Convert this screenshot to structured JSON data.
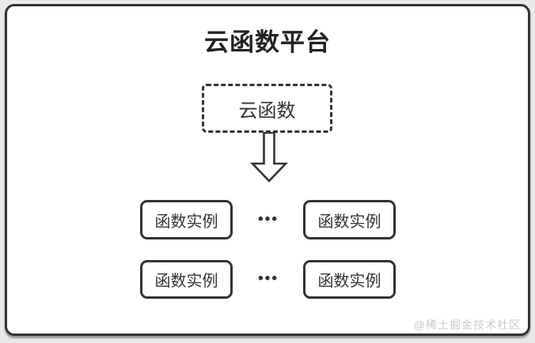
{
  "title": "云函数平台",
  "nodes": {
    "cloud_function": "云函数"
  },
  "rows": [
    {
      "left_label": "函数实例",
      "dots": "•••",
      "right_label": "函数实例"
    },
    {
      "left_label": "函数实例",
      "dots": "•••",
      "right_label": "函数实例"
    }
  ],
  "watermark": "@稀土掘金技术社区",
  "icons": {
    "down_arrow": "hollow block arrow pointing down from cloud function to instances"
  },
  "colors": {
    "border": "#333333",
    "text": "#2b2b2b",
    "node_background": "#ffffff",
    "page_background": "#e9e9e9",
    "watermark": "#c9c9c9"
  }
}
